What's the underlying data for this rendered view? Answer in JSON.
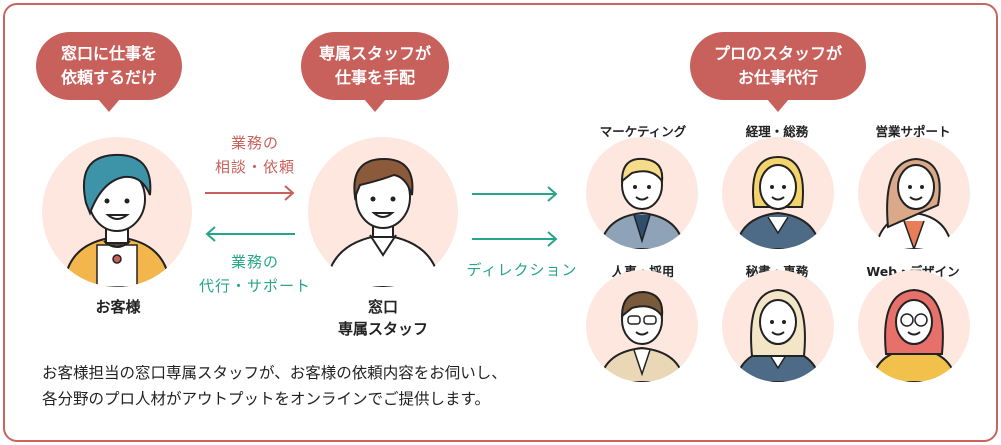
{
  "bubbles": {
    "customer": [
      "窓口に仕事を",
      "依頼するだけ"
    ],
    "staff": [
      "専属スタッフが",
      "仕事を手配"
    ],
    "pros": [
      "プロのスタッフが",
      "お仕事代行"
    ]
  },
  "customer_label": "お客様",
  "staff_label": [
    "窓口",
    "専属スタッフ"
  ],
  "arrow_request": [
    "業務の",
    "相談・依頼"
  ],
  "arrow_support": [
    "業務の",
    "代行・サポート"
  ],
  "direction_label": "ディレクション",
  "pros": [
    {
      "label": "マーケティング"
    },
    {
      "label": "経理・総務"
    },
    {
      "label": "営業サポート"
    },
    {
      "label": "人事・採用"
    },
    {
      "label": "秘書・事務"
    },
    {
      "label": "Web・デザイン"
    }
  ],
  "description": [
    "お客様担当の窓口専属スタッフが、お客様の依頼内容をお伺いし、",
    "各分野のプロ人材がアウトプットをオンラインでご提供します。"
  ],
  "colors": {
    "accent_red": "#c8615c",
    "accent_green": "#27a58a",
    "circle_bg": "#fde7df",
    "border": "#c9655f"
  }
}
